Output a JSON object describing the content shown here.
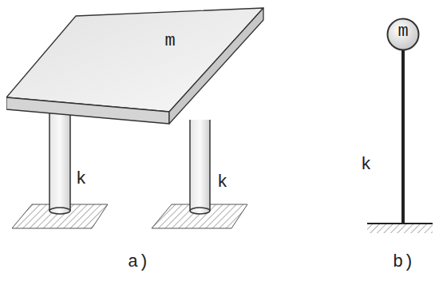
{
  "diagram": {
    "nodes": [
      {
        "text": [
          "m"
        ]
      },
      {
        "text": [
          "m"
        ]
      }
    ],
    "labels": [
      "k",
      "k",
      "a)",
      "k",
      "b)"
    ]
  }
}
